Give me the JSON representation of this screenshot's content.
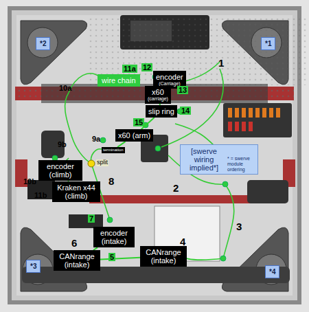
{
  "diagram": {
    "nodes": [
      {
        "text": [
          "*2"
        ]
      },
      {
        "text": [
          "*1"
        ]
      },
      {
        "text": [
          "wire chain"
        ]
      },
      {
        "text": [
          "encoder",
          "(Carriage)"
        ]
      },
      {
        "text": [
          "x60",
          "(carriage)"
        ]
      },
      {
        "text": [
          "slip ring"
        ]
      },
      {
        "text": [
          "x60 (arm)"
        ]
      },
      {
        "text": [
          "termination"
        ]
      },
      {
        "text": [
          "[swerve wiring implied*]",
          "* = swerve module ordering"
        ]
      },
      {
        "text": [
          "encoder (climb)"
        ]
      },
      {
        "text": [
          "Kraken x44 (climb)"
        ]
      },
      {
        "text": [
          "encoder (intake)"
        ]
      },
      {
        "text": [
          "CANrange (intake)"
        ]
      },
      {
        "text": [
          "CANrange (intake)"
        ]
      },
      {
        "text": [
          "*3"
        ]
      },
      {
        "text": [
          "*4"
        ]
      }
    ],
    "edges": [
      {
        "from": 3,
        "to": 4,
        "arrow": "none"
      },
      {
        "from": 4,
        "to": 5,
        "arrow": "none"
      },
      {
        "from": 5,
        "to": 6,
        "arrow": "none"
      },
      {
        "from": 6,
        "to": 7,
        "arrow": "none"
      },
      {
        "from": 9,
        "to": 10,
        "arrow": "none"
      },
      {
        "from": 12,
        "to": 13,
        "arrow": "none"
      },
      {
        "from": 13,
        "to": 11,
        "arrow": "none"
      }
    ],
    "labels": [
      "1",
      "11a",
      "12",
      "10a",
      "13",
      "14",
      "15",
      "9a",
      "9b",
      "split",
      "10b",
      "11b",
      "8",
      "2",
      "3",
      "7",
      "6",
      "5",
      "4"
    ]
  }
}
